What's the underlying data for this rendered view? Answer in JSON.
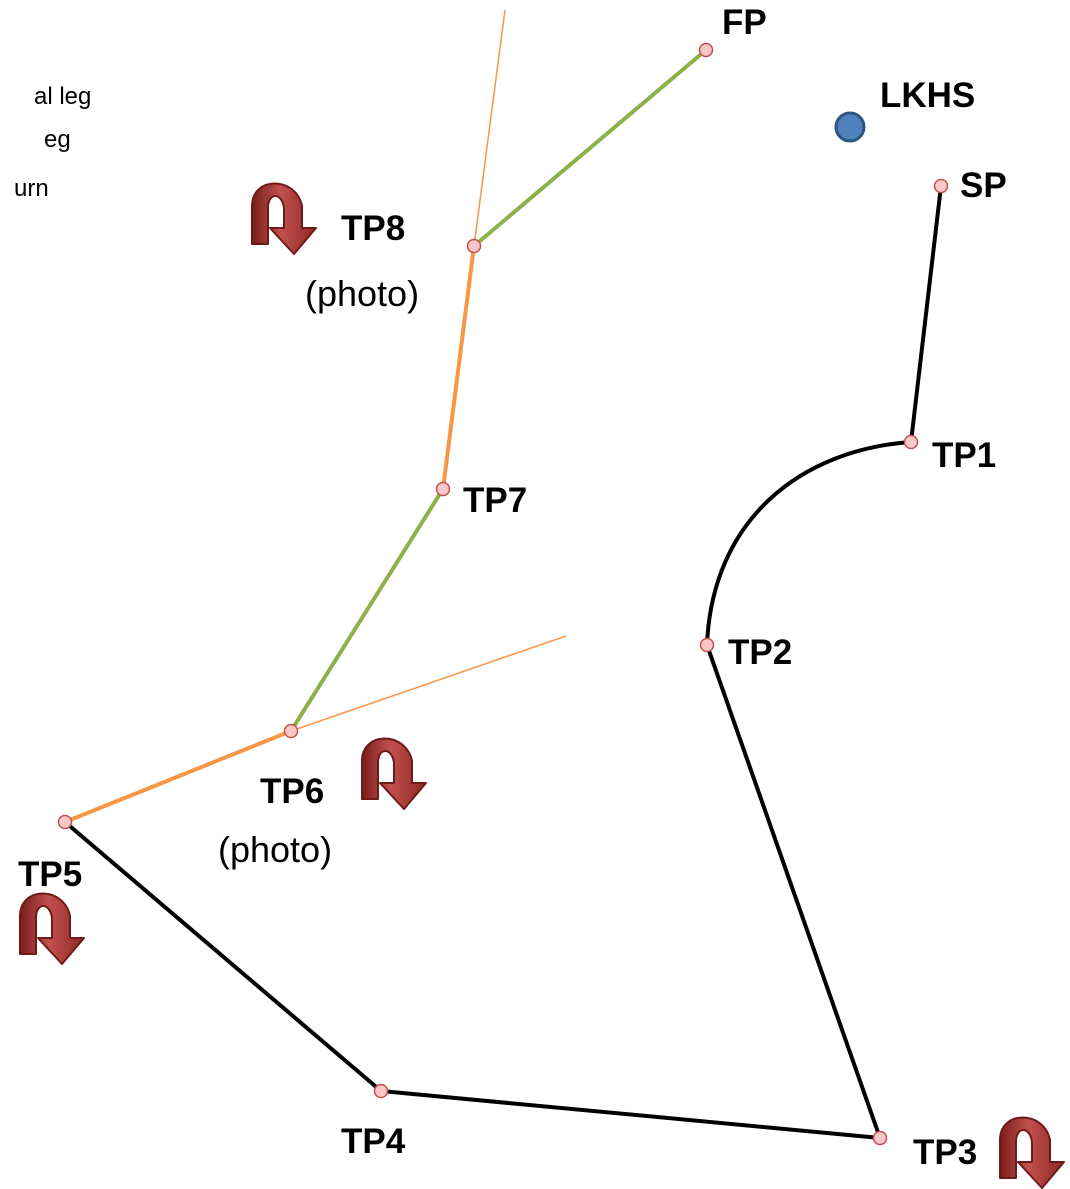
{
  "legend": {
    "items": [
      "al leg",
      "eg",
      "urn"
    ]
  },
  "waypoints": {
    "fp": "FP",
    "lkhs": "LKHS",
    "sp": "SP",
    "tp1": "TP1",
    "tp2": "TP2",
    "tp3": "TP3",
    "tp4": "TP4",
    "tp5": "TP5",
    "tp6": "TP6",
    "tp7": "TP7",
    "tp8": "TP8"
  },
  "notes": {
    "tp6_photo": "(photo)",
    "tp8_photo": "(photo)"
  },
  "colors": {
    "black_leg": "#000000",
    "green_leg": "#8db04a",
    "orange_leg": "#f79646",
    "waypoint_fill": "#f8c8c8",
    "waypoint_stroke": "#c0504d",
    "airfield": "#4f81bd",
    "airfield_stroke": "#2c5580",
    "turn_arrow": "#a8322f"
  },
  "icons": {
    "turn": "u-turn-arrow-icon",
    "airfield": "airfield-dot-icon",
    "waypoint": "waypoint-circle-icon"
  }
}
